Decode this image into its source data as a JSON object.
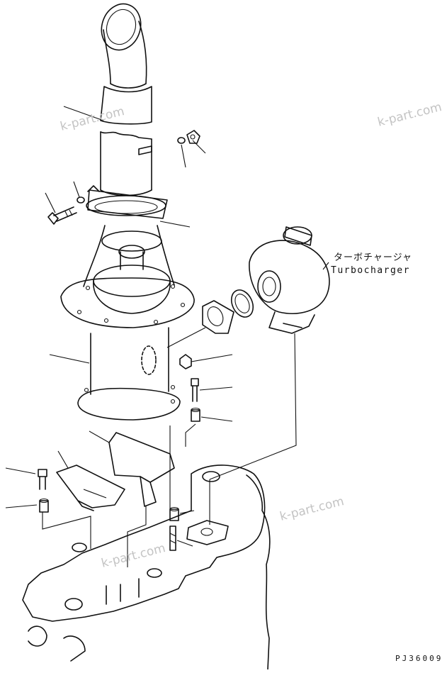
{
  "labels": {
    "turbocharger_jp": "ターボチャージャ",
    "turbocharger_en": "Turbocharger",
    "figure_code": "PJ36009"
  },
  "watermarks": [
    "k-part.com",
    "k-part.com",
    "k-part.com",
    "k-part.com"
  ],
  "colors": {
    "line": "#111111",
    "watermark": "#c4c4c4",
    "background": "#ffffff"
  }
}
